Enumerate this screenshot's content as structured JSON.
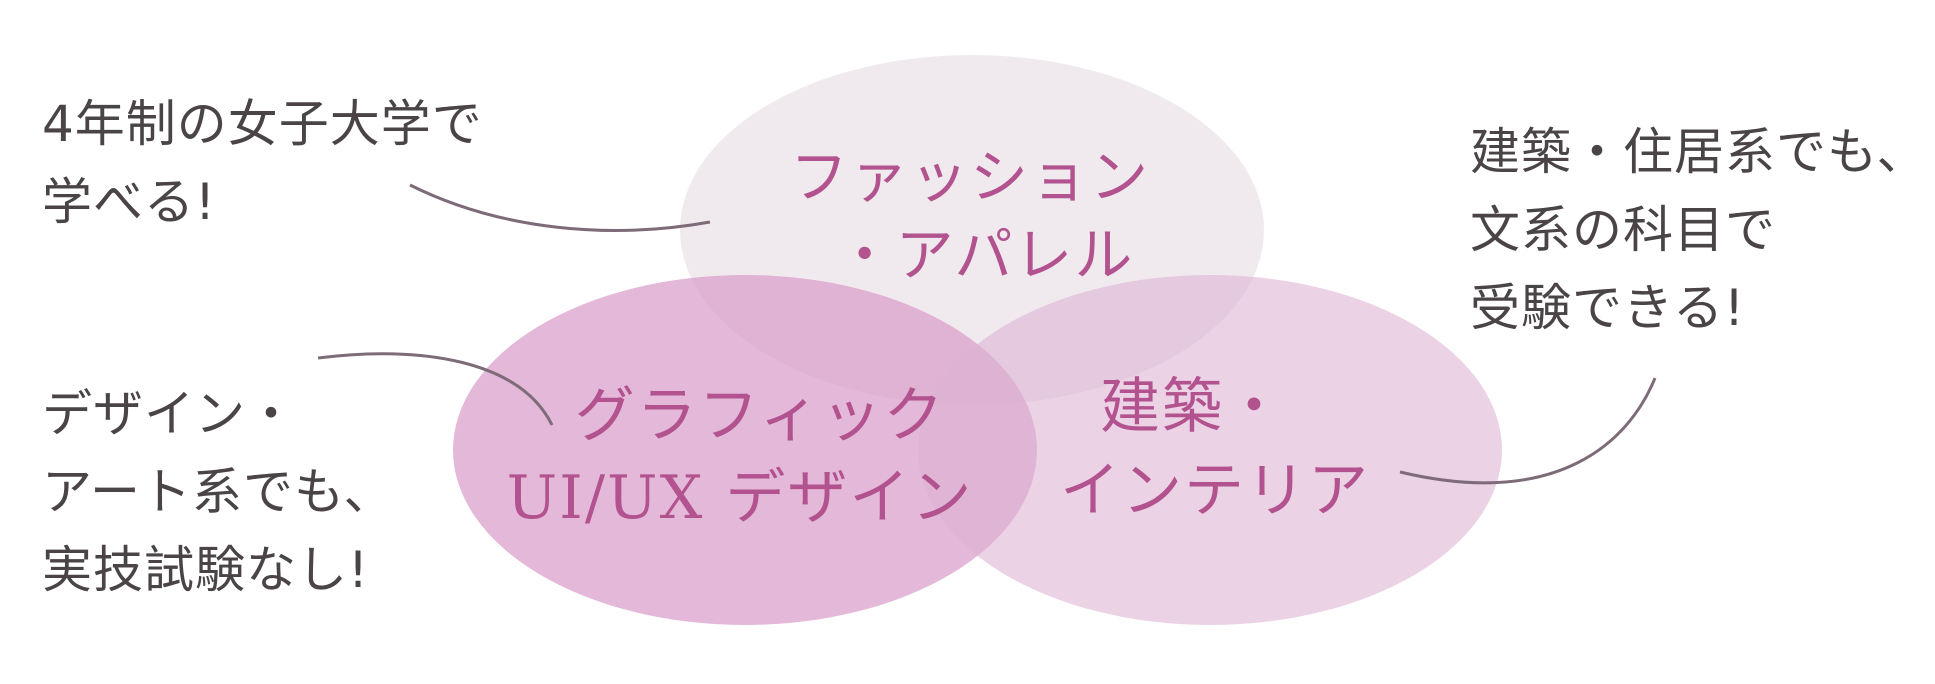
{
  "colors": {
    "fashion_fill": "#ece4ea",
    "graphic_fill": "#d99dc9",
    "interior_fill": "#dcb2d2",
    "label_text": "#b2528f",
    "callout_text": "#4a4446",
    "connector_line": "#7e6b79"
  },
  "circles": {
    "fashion": {
      "lines": [
        "ファッション",
        "・アパレル"
      ]
    },
    "graphic": {
      "lines": [
        "グラフィック",
        "UI/UX デザイン"
      ]
    },
    "interior": {
      "lines": [
        "建築・",
        "インテリア"
      ]
    }
  },
  "callouts": {
    "womens_university": {
      "lines": [
        "4年制の女子大学で",
        "学べる!"
      ]
    },
    "no_practical_exam": {
      "lines": [
        "デザイン・",
        "アート系でも、",
        "実技試験なし!"
      ]
    },
    "humanities_subjects": {
      "lines": [
        "建築・住居系でも、",
        "文系の科目で",
        "受験できる!"
      ]
    }
  }
}
